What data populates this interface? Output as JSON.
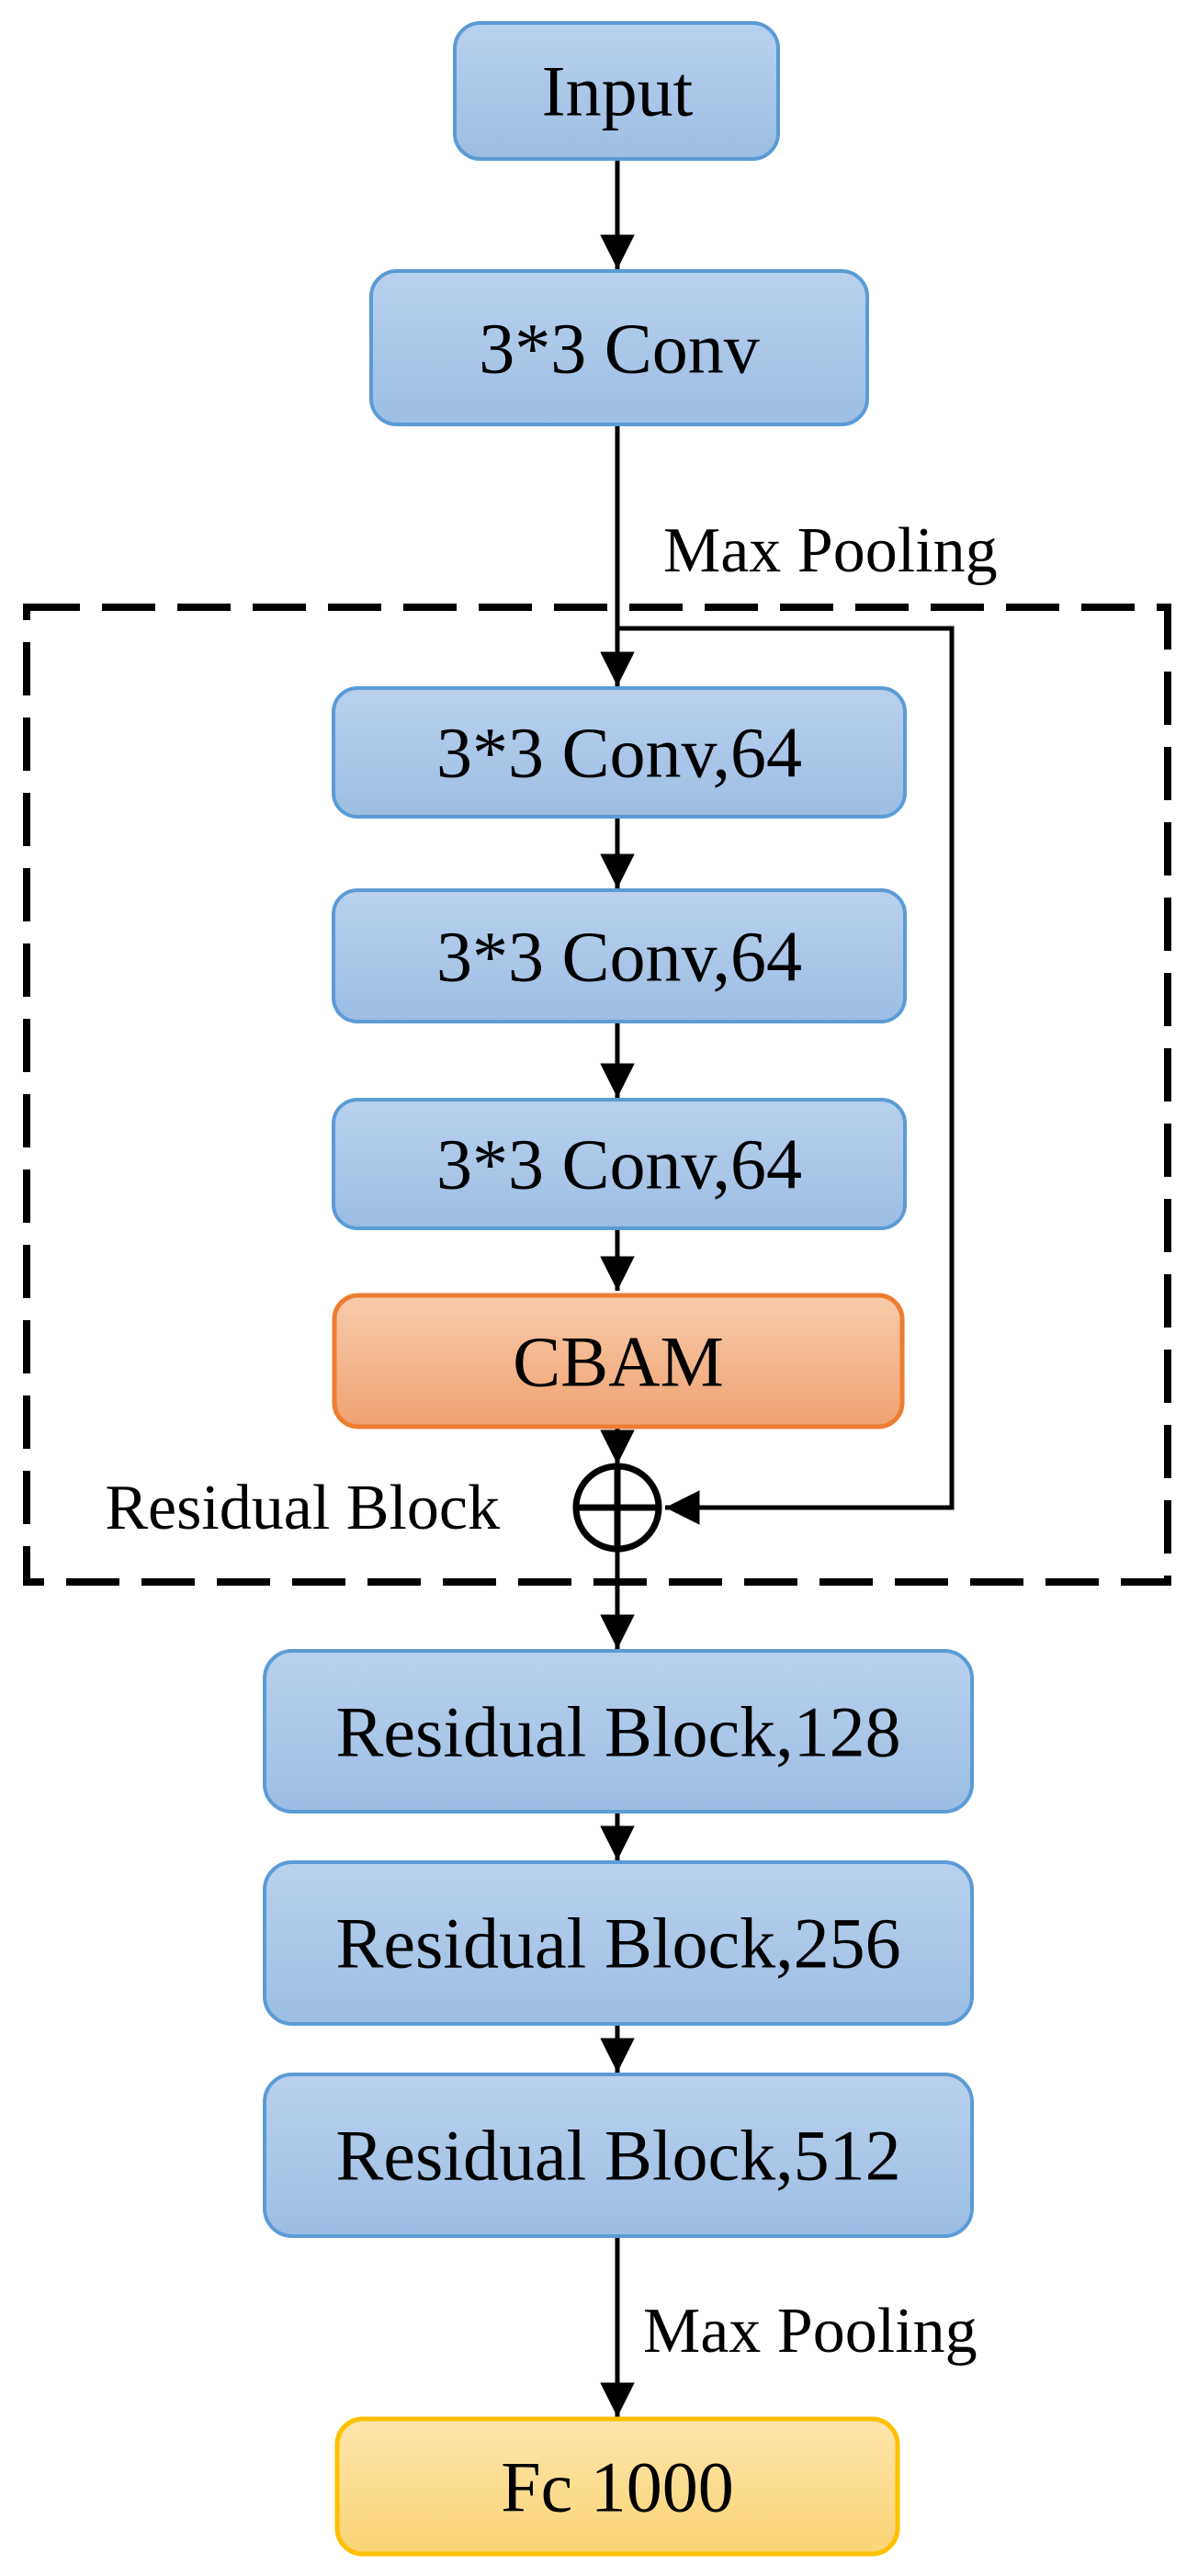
{
  "diagram": {
    "description": "CBAM residual network architecture flowchart",
    "nodes": {
      "input": {
        "label": "Input"
      },
      "conv_stem": {
        "label": "3*3 Conv"
      },
      "conv64_1": {
        "label": "3*3 Conv,64"
      },
      "conv64_2": {
        "label": "3*3 Conv,64"
      },
      "conv64_3": {
        "label": "3*3 Conv,64"
      },
      "cbam": {
        "label": "CBAM"
      },
      "rb128": {
        "label": "Residual Block,128"
      },
      "rb256": {
        "label": "Residual Block,256"
      },
      "rb512": {
        "label": "Residual Block,512"
      },
      "fc": {
        "label": "Fc 1000"
      }
    },
    "annotations": {
      "max_pooling_top": "Max Pooling",
      "max_pooling_bottom": "Max Pooling",
      "residual_block_label": "Residual Block"
    },
    "icons": {
      "add_symbol": "circled-plus (element-wise addition)"
    },
    "edges": [
      "Input -> 3*3 Conv",
      "3*3 Conv -> 3*3 Conv,64 (Max Pooling)",
      "3*3 Conv,64 -> 3*3 Conv,64",
      "3*3 Conv,64 -> 3*3 Conv,64",
      "3*3 Conv,64 -> CBAM",
      "CBAM -> add",
      "skip connection: residual block input -> add",
      "add -> Residual Block,128",
      "Residual Block,128 -> Residual Block,256",
      "Residual Block,256 -> Residual Block,512",
      "Residual Block,512 -> Fc 1000 (Max Pooling)"
    ],
    "colors": {
      "blue_fill_top": "#B9D1EE",
      "blue_fill_bottom": "#9CBEE4",
      "blue_border": "#5B9BD5",
      "orange_fill_top": "#F8CBA9",
      "orange_fill_bottom": "#F0A272",
      "orange_border": "#ED7D31",
      "yellow_fill_top": "#FEE5AC",
      "yellow_fill_bottom": "#FBD476",
      "yellow_border": "#FFC000",
      "line_color": "#000000",
      "text_color": "#000000",
      "background": "#FFFFFF"
    }
  }
}
